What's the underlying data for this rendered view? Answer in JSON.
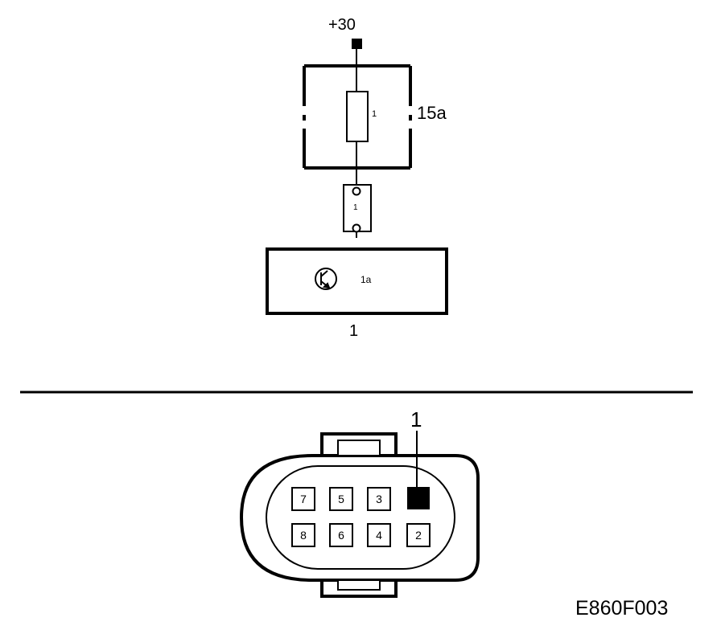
{
  "schematic": {
    "supply_label": "+30",
    "fuse_box_label": "15a",
    "fuse_pin": "1",
    "connector_pin": "1",
    "module_inner_label": "1a",
    "module_label": "1"
  },
  "connector": {
    "pin_callout": "1",
    "top_row": [
      "7",
      "5",
      "3",
      ""
    ],
    "bottom_row": [
      "8",
      "6",
      "4",
      "2"
    ]
  },
  "figure_code": "E860F003"
}
